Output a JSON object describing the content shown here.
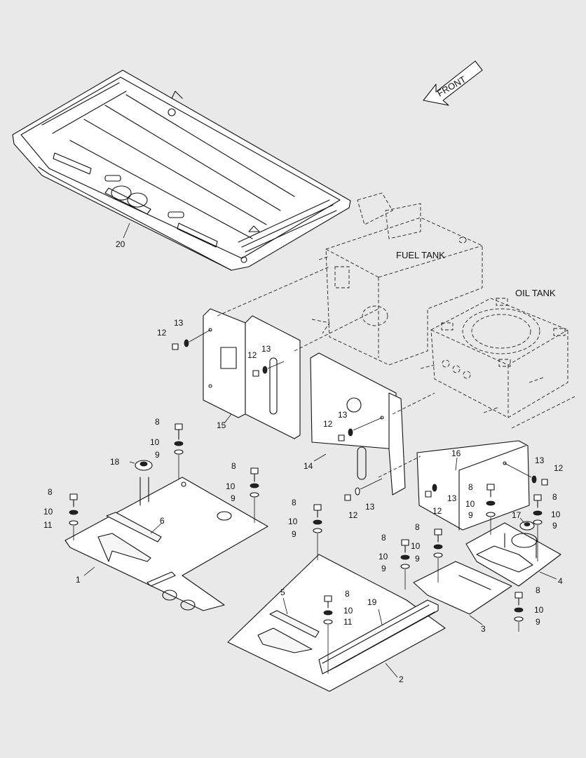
{
  "labels": {
    "front": "FRONT",
    "fuel_tank": "FUEL TANK",
    "oil_tank": "OIL TANK"
  },
  "callouts": {
    "p1": "1",
    "p2": "2",
    "p3": "3",
    "p4": "4",
    "p5": "5",
    "p6": "6",
    "p14": "14",
    "p15": "15",
    "p16": "16",
    "p17": "17",
    "p18": "18",
    "p19": "19",
    "p20": "20",
    "b8": "8",
    "b9": "9",
    "b10": "10",
    "b11": "11",
    "b12": "12",
    "b13": "13"
  }
}
